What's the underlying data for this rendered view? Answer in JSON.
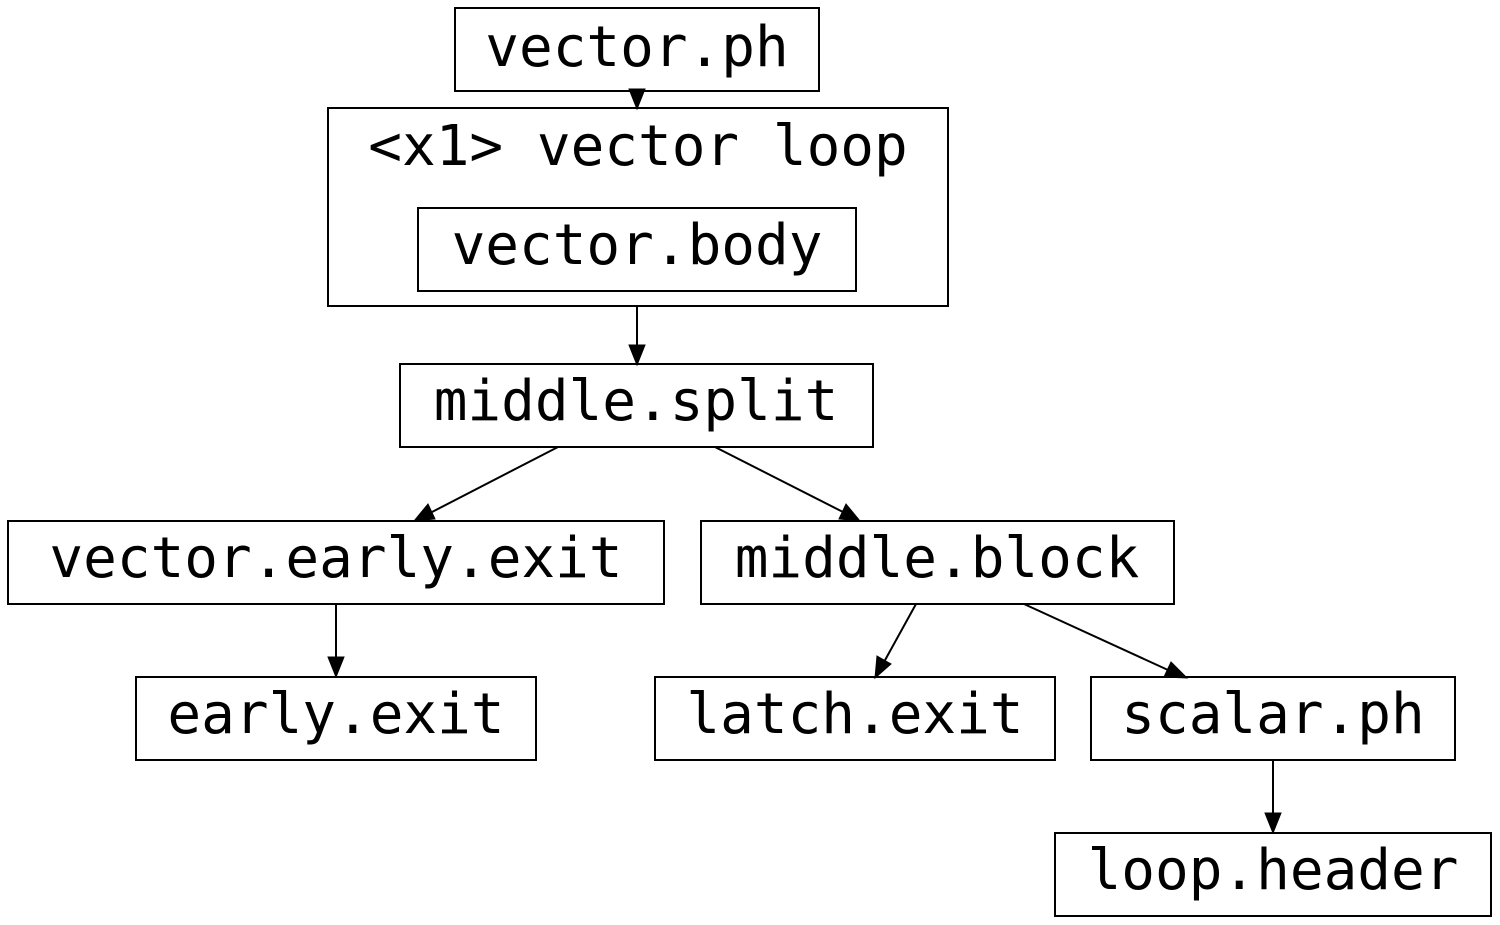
{
  "cluster": {
    "label": "<x1> vector loop"
  },
  "nodes": {
    "vector_ph": "vector.ph",
    "vector_body": "vector.body",
    "middle_split": "middle.split",
    "vector_early_exit": "vector.early.exit",
    "middle_block": "middle.block",
    "early_exit": "early.exit",
    "latch_exit": "latch.exit",
    "scalar_ph": "scalar.ph",
    "loop_header": "loop.header"
  },
  "edges": [
    {
      "from": "vector.ph",
      "to": "vector.body"
    },
    {
      "from": "vector.body",
      "to": "middle.split"
    },
    {
      "from": "middle.split",
      "to": "vector.early.exit"
    },
    {
      "from": "middle.split",
      "to": "middle.block"
    },
    {
      "from": "vector.early.exit",
      "to": "early.exit"
    },
    {
      "from": "middle.block",
      "to": "latch.exit"
    },
    {
      "from": "middle.block",
      "to": "scalar.ph"
    },
    {
      "from": "scalar.ph",
      "to": "loop.header"
    }
  ]
}
